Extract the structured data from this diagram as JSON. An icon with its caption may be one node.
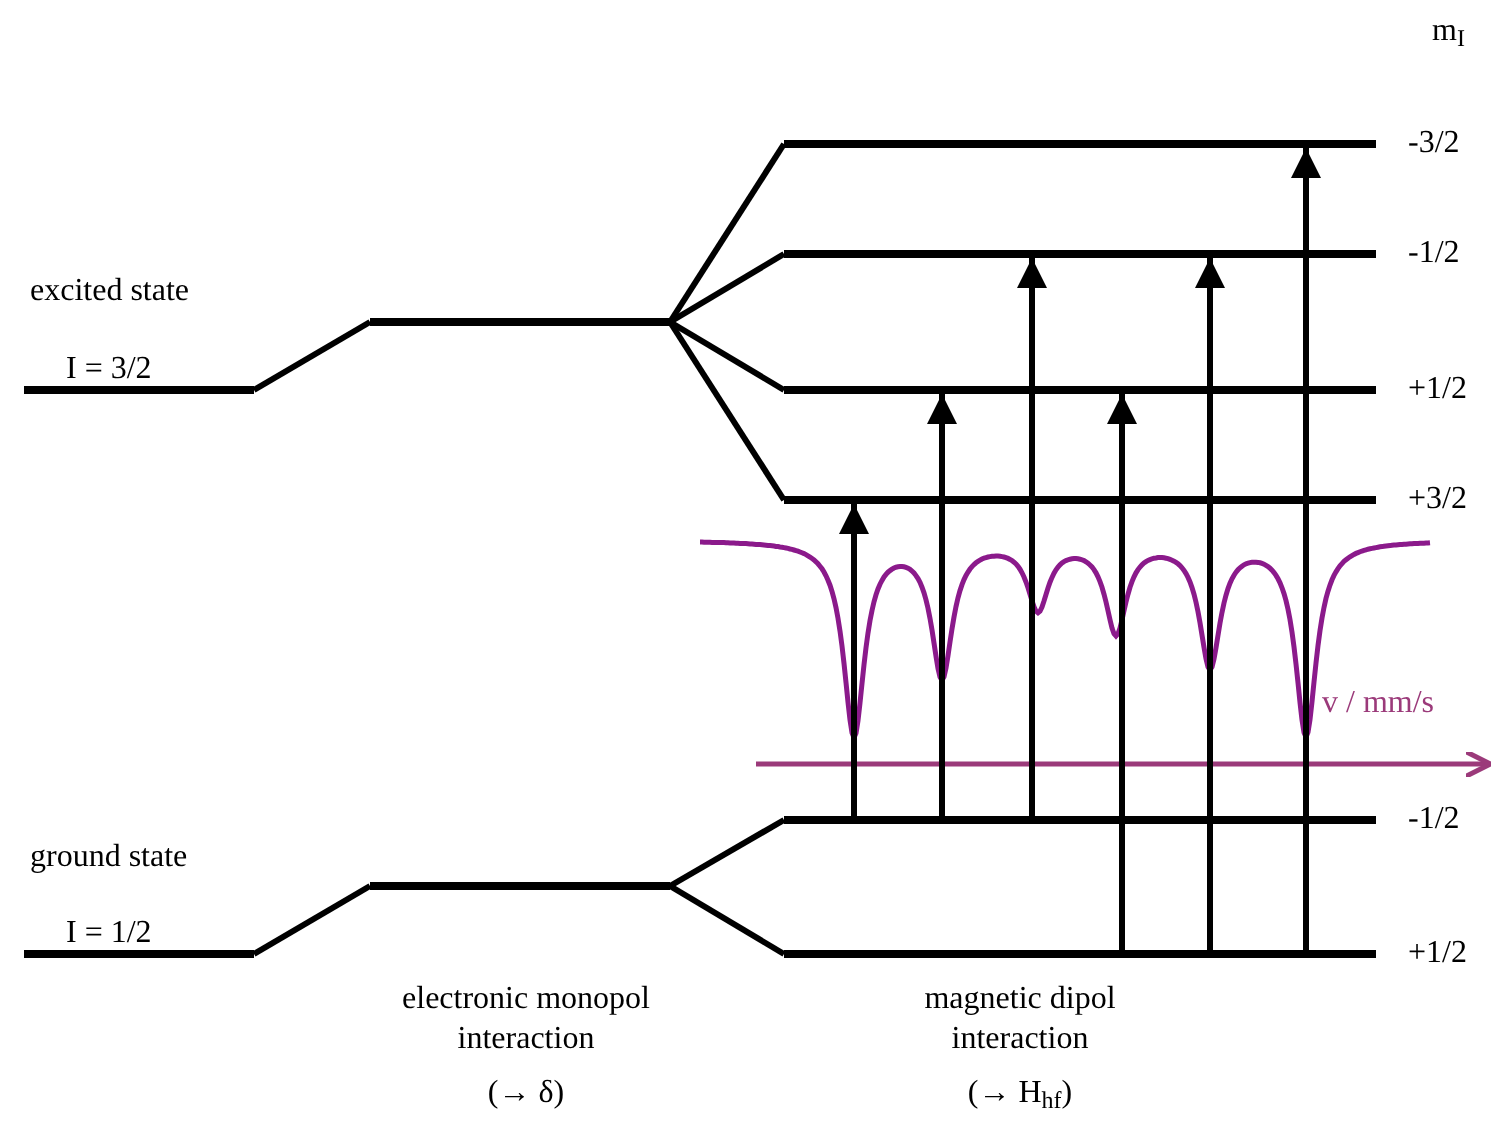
{
  "diagram": {
    "nodes": [
      {
        "text": [],
        "shape": "bar"
      },
      {
        "text": [],
        "shape": "bar"
      },
      {
        "text": [],
        "shape": "bar",
        "beside": [
          "-3/2"
        ]
      },
      {
        "text": [],
        "shape": "bar",
        "beside": [
          "-1/2"
        ]
      },
      {
        "text": [],
        "shape": "bar",
        "beside": [
          "+1/2"
        ]
      },
      {
        "text": [],
        "shape": "bar",
        "beside": [
          "+3/2"
        ]
      },
      {
        "text": [],
        "shape": "bar"
      },
      {
        "text": [],
        "shape": "bar"
      },
      {
        "text": [],
        "shape": "bar",
        "beside": [
          "-1/2"
        ]
      },
      {
        "text": [],
        "shape": "bar",
        "beside": [
          "+1/2"
        ]
      }
    ],
    "edges": [
      {
        "from": 0,
        "to": 1,
        "arrow": "none"
      },
      {
        "from": 1,
        "to": 2,
        "arrow": "none"
      },
      {
        "from": 1,
        "to": 3,
        "arrow": "none"
      },
      {
        "from": 1,
        "to": 4,
        "arrow": "none"
      },
      {
        "from": 1,
        "to": 5,
        "arrow": "none"
      },
      {
        "from": 6,
        "to": 7,
        "arrow": "none"
      },
      {
        "from": 7,
        "to": 8,
        "arrow": "none"
      },
      {
        "from": 7,
        "to": 9,
        "arrow": "none"
      },
      {
        "from": 8,
        "to": 5,
        "arrow": "to"
      },
      {
        "from": 8,
        "to": 4,
        "arrow": "to"
      },
      {
        "from": 8,
        "to": 3,
        "arrow": "to"
      },
      {
        "from": 9,
        "to": 4,
        "arrow": "to"
      },
      {
        "from": 9,
        "to": 3,
        "arrow": "to"
      },
      {
        "from": 9,
        "to": 2,
        "arrow": "to"
      }
    ],
    "labels": [
      "m$_{I}$",
      "excited state",
      "I = 3/2",
      "ground state",
      "I = 1/2",
      "v / mm/s",
      "electronic monopol interaction",
      "(→ δ)",
      "magnetic dipol interaction",
      "(→ H$_{hf}$)"
    ]
  }
}
